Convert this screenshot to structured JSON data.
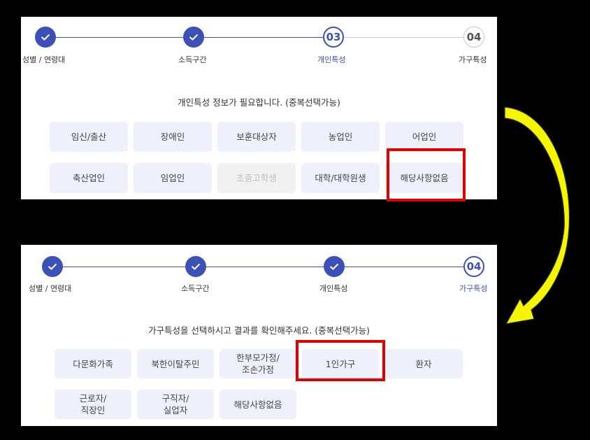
{
  "panel1": {
    "steps": [
      {
        "label": "성별 / 연령대",
        "state": "done"
      },
      {
        "label": "소득구간",
        "state": "done"
      },
      {
        "label": "개인특성",
        "state": "active",
        "number": "03"
      },
      {
        "label": "가구특성",
        "state": "todo",
        "number": "04"
      }
    ],
    "question": "개인특성 정보가 필요합니다. (중복선택가능)",
    "options": [
      {
        "label": "임신/출산"
      },
      {
        "label": "장애인"
      },
      {
        "label": "보훈대상자"
      },
      {
        "label": "농업인"
      },
      {
        "label": "어업인"
      },
      {
        "label": "축산업인"
      },
      {
        "label": "임업인"
      },
      {
        "label": "초중고학생",
        "disabled": true
      },
      {
        "label": "대학/대학원생"
      },
      {
        "label": "해당사항없음",
        "highlighted": true
      }
    ]
  },
  "panel2": {
    "steps": [
      {
        "label": "성별 / 연령대",
        "state": "done"
      },
      {
        "label": "소득구간",
        "state": "done"
      },
      {
        "label": "개인특성",
        "state": "done"
      },
      {
        "label": "가구특성",
        "state": "active",
        "number": "04"
      }
    ],
    "question": "가구특성을 선택하시고 결과를 확인해주세요. (중복선택가능)",
    "options": [
      {
        "label": "다문화가족"
      },
      {
        "label": "북한이탈주민"
      },
      {
        "label": "한부모가정/\n조손가정"
      },
      {
        "label": "1인가구",
        "highlighted": true
      },
      {
        "label": "환자"
      },
      {
        "label": "근로자/\n직장인"
      },
      {
        "label": "구직자/\n실업자"
      },
      {
        "label": "해당사항없음"
      }
    ]
  },
  "colors": {
    "primary": "#3d50b6",
    "highlight": "#e00000",
    "option_bg": "#eef1fb",
    "arrow": "#f5f500"
  },
  "icons": {
    "step_done": "check-icon",
    "flow": "curved-arrow-down-icon"
  }
}
